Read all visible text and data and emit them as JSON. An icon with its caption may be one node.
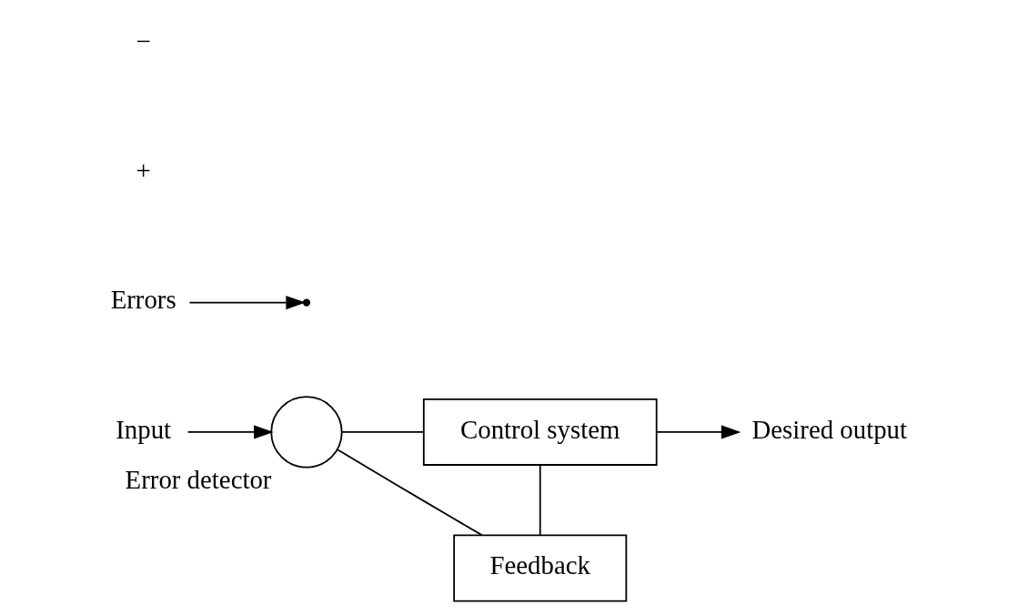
{
  "diagram": {
    "nodes": [
      {
        "text": [
          "Input"
        ]
      },
      {
        "text": [],
        "shape": "circle",
        "beside": [
          "Error detector"
        ]
      },
      {
        "text": [
          "Control system"
        ]
      },
      {
        "text": [
          "Errors"
        ]
      },
      {
        "text": [
          "Desired output"
        ]
      },
      {
        "text": [
          "Feedback"
        ]
      }
    ],
    "edges": [
      {
        "from": 0,
        "to": 1,
        "arrow": "to"
      },
      {
        "from": 1,
        "to": 2,
        "arrow": "none"
      },
      {
        "from": 2,
        "to": 4,
        "arrow": "to"
      },
      {
        "from": 3,
        "to": null,
        "arrow": "to"
      },
      {
        "from": 2,
        "to": 5,
        "arrow": "none"
      },
      {
        "from": 5,
        "to": 1,
        "arrow": "none"
      }
    ],
    "labels": [
      "+",
      "−"
    ]
  }
}
